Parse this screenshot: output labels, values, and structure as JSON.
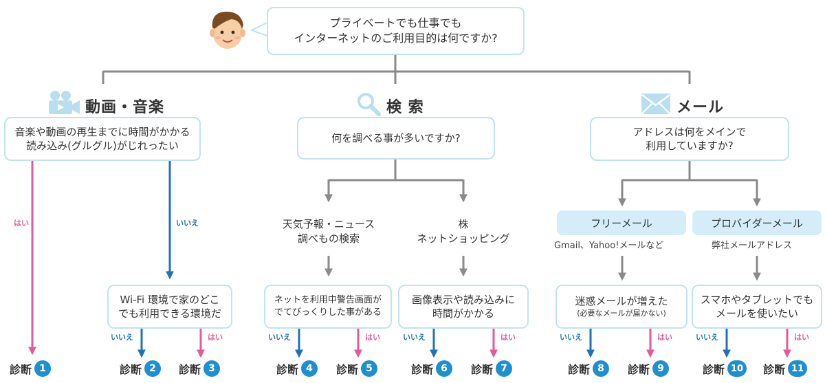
{
  "question": {
    "line1": "プライベートでも仕事でも",
    "line2": "インターネットのご利用目的は何ですか?"
  },
  "categories": {
    "video": "動画・音楽",
    "search": "検 索",
    "mail": "メール"
  },
  "video": {
    "question_line1": "音楽や動画の再生までに時間がかかる",
    "question_line2": "読み込み(グルグル)がじれったい",
    "yes": "はい",
    "no": "いいえ",
    "wifi_line1": "Wi-Fi 環境で家のどこ",
    "wifi_line2": "でも利用できる環境だ",
    "wifi_no": "いいえ",
    "wifi_yes": "はい"
  },
  "search": {
    "question": "何を調べる事が多いですか?",
    "left_line1": "天気予報・ニュース",
    "left_line2": "調べもの検索",
    "right_line1": "株",
    "right_line2": "ネットショッピング",
    "warn_line1": "ネットを利用中警告画面が",
    "warn_line2": "でてびっくりした事がある",
    "warn_no": "いいえ",
    "warn_yes": "はい",
    "image_line1": "画像表示や読み込みに",
    "image_line2": "時間がかかる",
    "image_no": "いいえ",
    "image_yes": "はい"
  },
  "mail": {
    "question_line1": "アドレスは何をメインで",
    "question_line2": "利用していますか?",
    "free": "フリーメール",
    "free_note": "Gmail、Yahoo!メールなど",
    "provider": "プロバイダーメール",
    "provider_note": "弊社メールアドレス",
    "spam_line1": "迷惑メールが増えた",
    "spam_line2": "(必要なメールが届かない)",
    "spam_no": "いいえ",
    "spam_yes": "はい",
    "phone_line1": "スマホやタブレットでも",
    "phone_line2": "メールを使いたい",
    "phone_no": "いいえ",
    "phone_yes": "はい"
  },
  "diagnosis": {
    "label": "診断",
    "n1": "1",
    "n2": "2",
    "n3": "3",
    "n4": "4",
    "n5": "5",
    "n6": "6",
    "n7": "7",
    "n8": "8",
    "n9": "9",
    "n10": "10",
    "n11": "11"
  },
  "colors": {
    "gray_line": "#8a8a8a",
    "yes": "#e45a9a",
    "no": "#1d73b6",
    "box_border": "#bfe3f1",
    "badge": "#1e8fcf",
    "pill": "#d4edf8"
  }
}
